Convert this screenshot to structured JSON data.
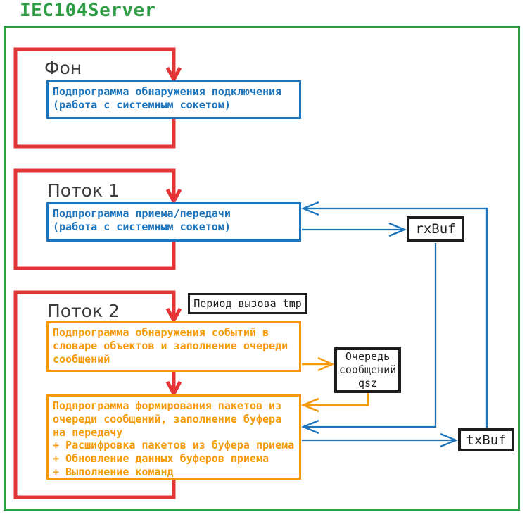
{
  "title": "IEC104Server",
  "colors": {
    "green": "#2e9e44",
    "red": "#e23535",
    "blue": "#1b74bc",
    "orange": "#f59b0b",
    "black": "#1d1d1d",
    "labelgray": "#3c3c3c"
  },
  "sections": [
    {
      "label": "Фон",
      "box_text": "Подпрограмма обнаружения подключения\n(работа с системным сокетом)"
    },
    {
      "label": "Поток 1",
      "box_text": "Подпрограмма приема/передачи\n(работа с системным сокетом)"
    },
    {
      "label": "Поток 2",
      "box1_text": "Подпрограмма обнаружения событий в\nсловаре объектов и заполнение очереди\nсообщений",
      "box2_text": "Подпрограмма формирования пакетов из\nочереди сообщений, заполнение буфера\nна передачу\n+ Расшифровка пакетов из буфера приема\n+ Обновление данных буферов приема\n+ Выполнение команд"
    }
  ],
  "notes": {
    "timer": "Период вызова tmp",
    "queue": "Очередь\nсообщений\nqsz"
  },
  "buffers": {
    "rx": "rxBuf",
    "tx": "txBuf"
  }
}
